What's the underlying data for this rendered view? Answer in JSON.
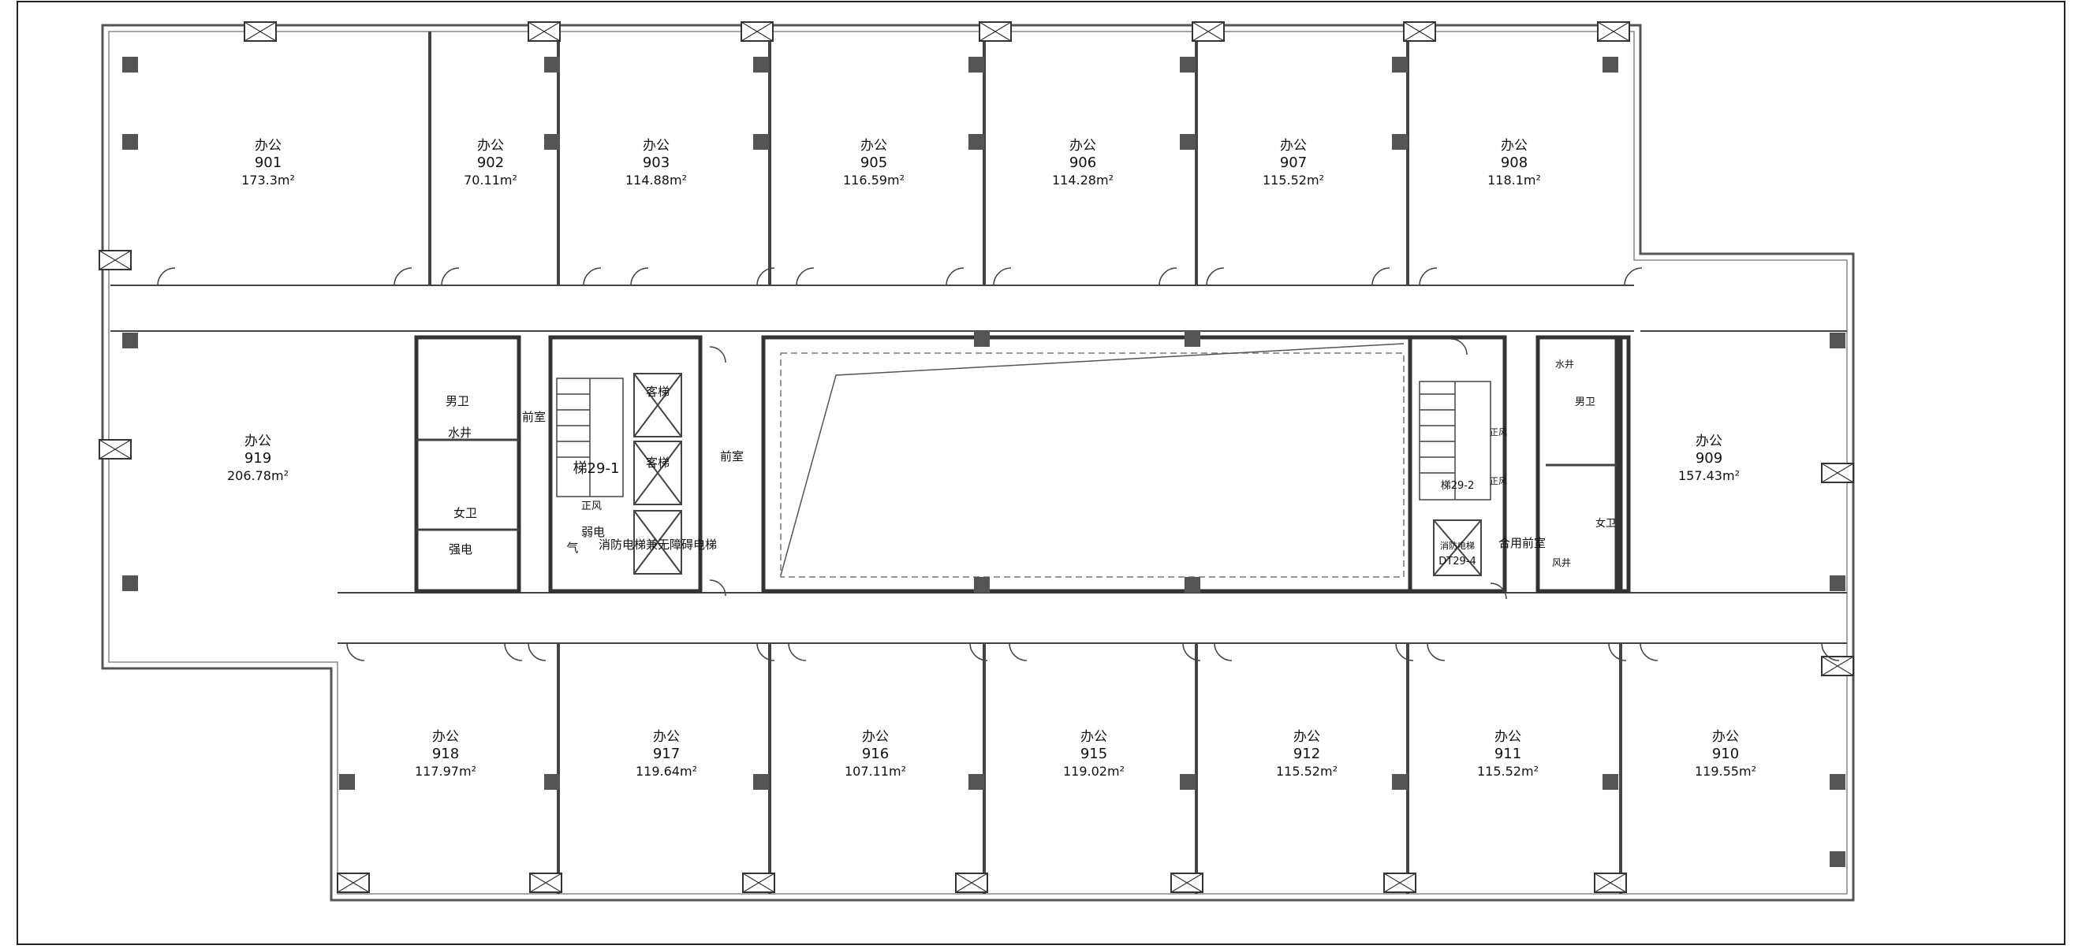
{
  "rooms": [
    {
      "use": "办公",
      "no": "901",
      "area": "173.3m²"
    },
    {
      "use": "办公",
      "no": "902",
      "area": "70.11m²"
    },
    {
      "use": "办公",
      "no": "903",
      "area": "114.88m²"
    },
    {
      "use": "办公",
      "no": "905",
      "area": "116.59m²"
    },
    {
      "use": "办公",
      "no": "906",
      "area": "114.28m²"
    },
    {
      "use": "办公",
      "no": "907",
      "area": "115.52m²"
    },
    {
      "use": "办公",
      "no": "908",
      "area": "118.1m²"
    },
    {
      "use": "办公",
      "no": "919",
      "area": "206.78m²"
    },
    {
      "use": "办公",
      "no": "909",
      "area": "157.43m²"
    },
    {
      "use": "办公",
      "no": "918",
      "area": "117.97m²"
    },
    {
      "use": "办公",
      "no": "917",
      "area": "119.64m²"
    },
    {
      "use": "办公",
      "no": "916",
      "area": "107.11m²"
    },
    {
      "use": "办公",
      "no": "915",
      "area": "119.02m²"
    },
    {
      "use": "办公",
      "no": "912",
      "area": "115.52m²"
    },
    {
      "use": "办公",
      "no": "911",
      "area": "115.52m²"
    },
    {
      "use": "办公",
      "no": "910",
      "area": "119.55m²"
    }
  ],
  "labels": {
    "mens_wc_left": "男卫",
    "shaft_left": "水井",
    "womens_wc_left": "女卫",
    "power_room": "强电",
    "lobby_left": "前室",
    "stair_left": "梯29-1",
    "passenger_lift_1": "客梯",
    "passenger_lift_2": "客梯",
    "fire_lift_label": "消防电梯兼无障碍电梯",
    "weak_power": "弱电",
    "gas": "气",
    "wind_shaft_a": "正风",
    "lobby_center": "前室",
    "stair_right": "梯29-2",
    "fire_lift_small": "消防电梯",
    "dt_code": "DT29-4",
    "shared_lobby": "合用前室",
    "shaft_right": "水井",
    "mens_wc_right": "男卫",
    "womens_wc_right": "女卫",
    "wind_shaft_r": "风井",
    "zf_1": "正风",
    "zf_2": "正风"
  }
}
